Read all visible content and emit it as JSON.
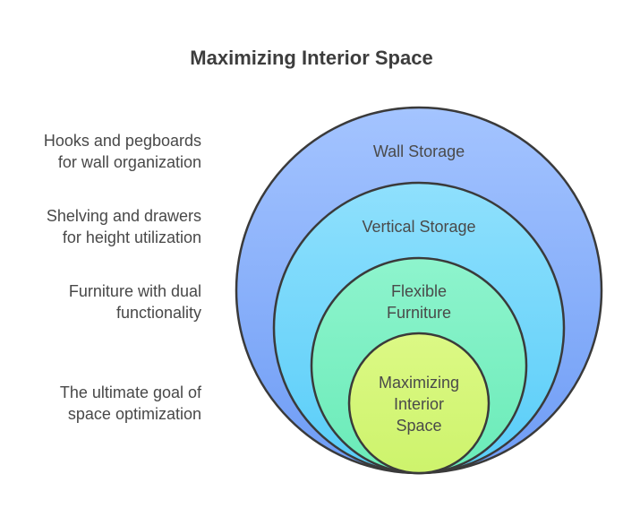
{
  "title": "Maximizing Interior Space",
  "rings": [
    {
      "label_lines": [
        "Wall Storage"
      ],
      "color": "#8fb4ff"
    },
    {
      "label_lines": [
        "Vertical Storage"
      ],
      "color": "#7ad7fb"
    },
    {
      "label_lines": [
        "Flexible",
        "Furniture"
      ],
      "color": "#7ef1c3"
    },
    {
      "label_lines": [
        "Maximizing",
        "Interior",
        "Space"
      ],
      "color": "#d6f779"
    }
  ],
  "descriptions": [
    {
      "lines": [
        "Hooks and pegboards",
        "for wall organization"
      ]
    },
    {
      "lines": [
        "Shelving and drawers",
        "for height utilization"
      ]
    },
    {
      "lines": [
        "Furniture with dual",
        "functionality"
      ]
    },
    {
      "lines": [
        "The ultimate goal of",
        "space optimization"
      ]
    }
  ]
}
